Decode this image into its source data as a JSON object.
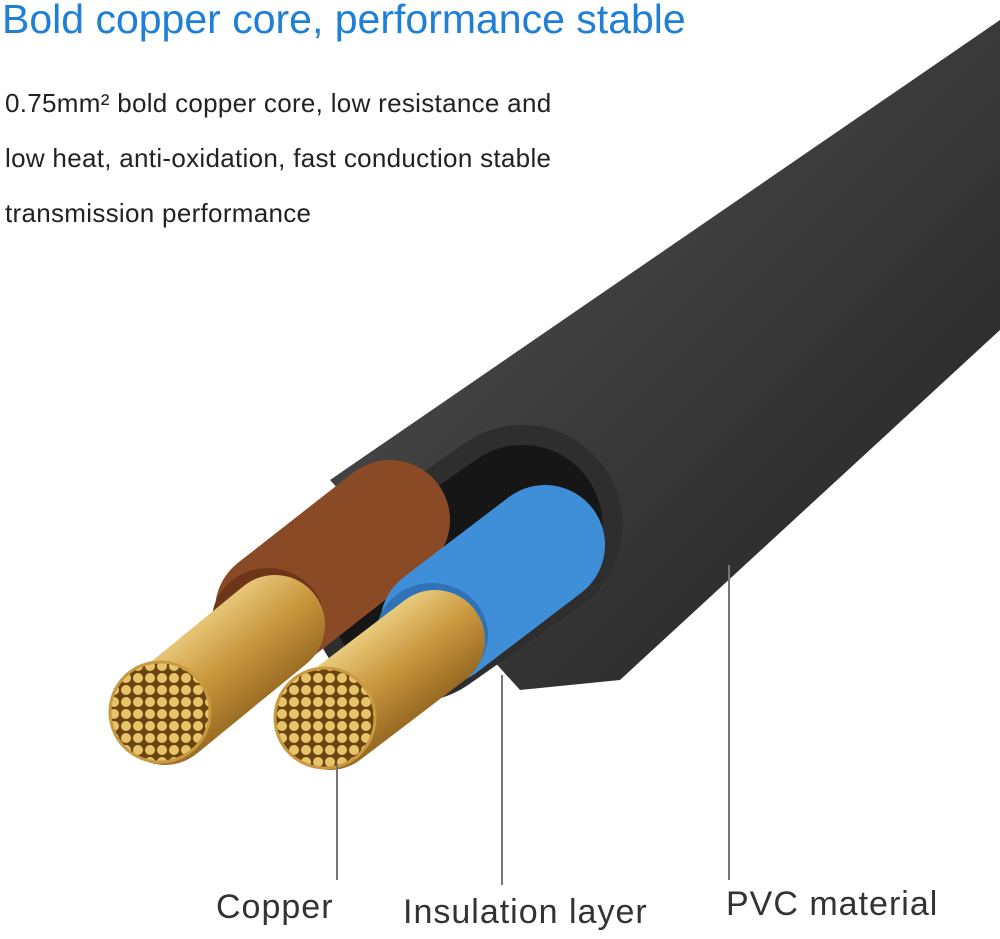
{
  "title": "Bold copper core, performance stable",
  "description": [
    "0.75mm² bold copper core, low resistance and",
    "low heat, anti-oxidation, fast conduction stable",
    "transmission performance"
  ],
  "labels": {
    "copper": "Copper",
    "insulation": "Insulation layer",
    "pvc": "PVC material"
  },
  "colors": {
    "title": "#1d7fd6",
    "sheath": "#3a3a3a",
    "brown_insulation": "#8a4a25",
    "blue_insulation": "#3f8fd8",
    "copper": "#d6a94e"
  }
}
